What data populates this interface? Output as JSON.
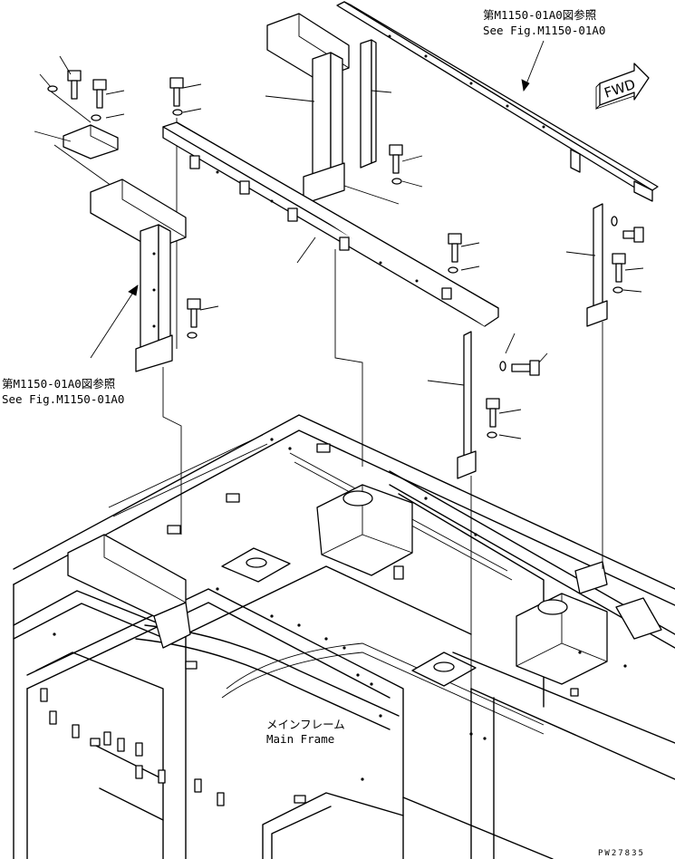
{
  "callouts": {
    "ref_top_jp": "第M1150-01A0図参照",
    "ref_top_en": "See Fig.M1150-01A0",
    "ref_left_jp": "第M1150-01A0図参照",
    "ref_left_en": "See Fig.M1150-01A0",
    "main_frame_jp": "メインフレーム",
    "main_frame_en": "Main Frame"
  },
  "direction_badge": {
    "label": "FWD"
  },
  "drawing_number": "PW27835"
}
